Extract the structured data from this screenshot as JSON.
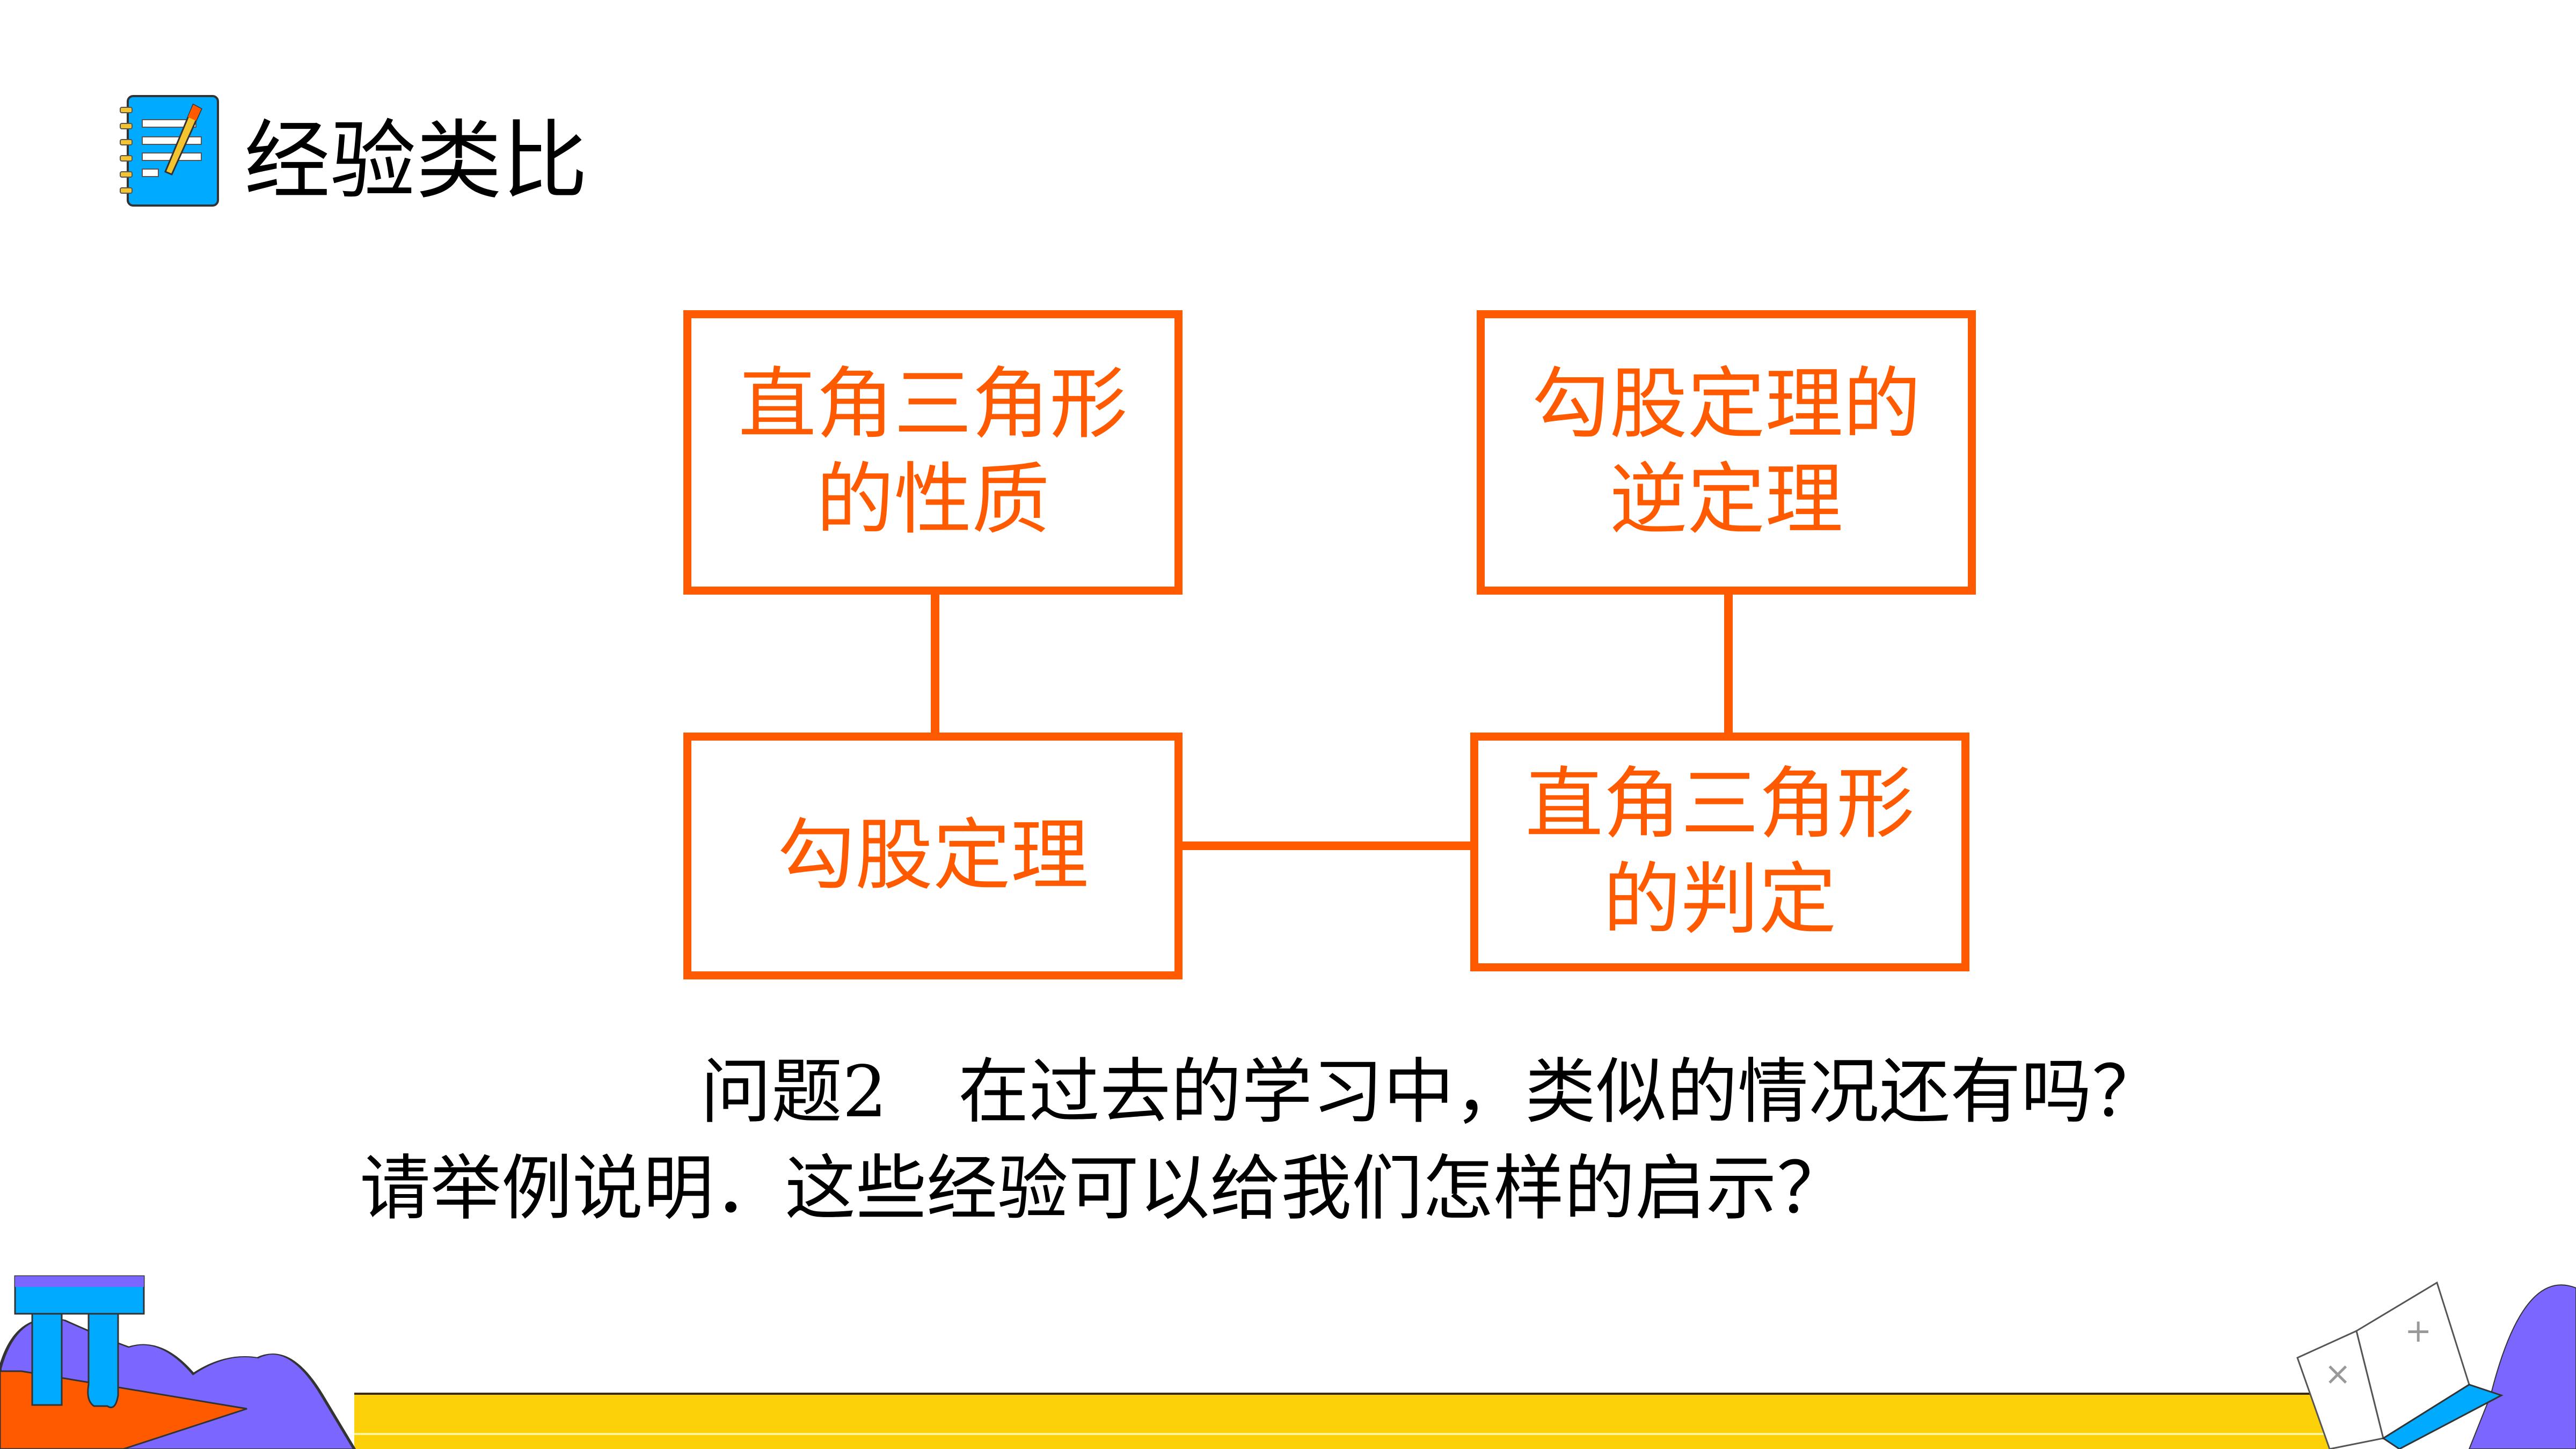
{
  "header": {
    "title": "经验类比",
    "icon": "notebook-pencil-icon"
  },
  "diagram": {
    "box_tl": {
      "line1": "直角三角形",
      "line2": "的性质"
    },
    "box_tr": {
      "line1": "勾股定理的",
      "line2": "逆定理"
    },
    "box_bl": {
      "line1": "勾股定理"
    },
    "box_br": {
      "line1": "直角三角形",
      "line2": "的判定"
    }
  },
  "question": {
    "line1": "问题2　在过去的学习中，类似的情况还有吗？",
    "line2": "请举例说明．这些经验可以给我们怎样的启示？"
  },
  "colors": {
    "accent": "#ff5a00",
    "ribbon": "#fcd10a",
    "purple": "#7b66ff",
    "blue": "#00aaff"
  }
}
